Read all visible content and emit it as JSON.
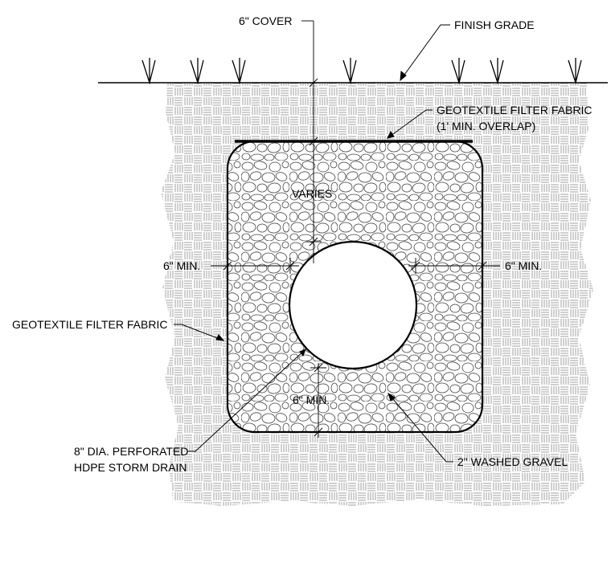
{
  "labels": {
    "cover": "6\" COVER",
    "finish_grade": "FINISH GRADE",
    "top_fabric_line1": "GEOTEXTILE FILTER FABRIC",
    "top_fabric_line2": "(1' MIN. OVERLAP)",
    "varies": "VARIES",
    "min_left": "6\" MIN.",
    "min_right": "6\" MIN.",
    "side_fabric": "GEOTEXTILE FILTER FABRIC",
    "min_bottom": "6\" MIN.",
    "drain_line1": "8\" DIA. PERFORATED",
    "drain_line2": "HDPE STORM DRAIN",
    "gravel": "2\" WASHED GRAVEL"
  }
}
